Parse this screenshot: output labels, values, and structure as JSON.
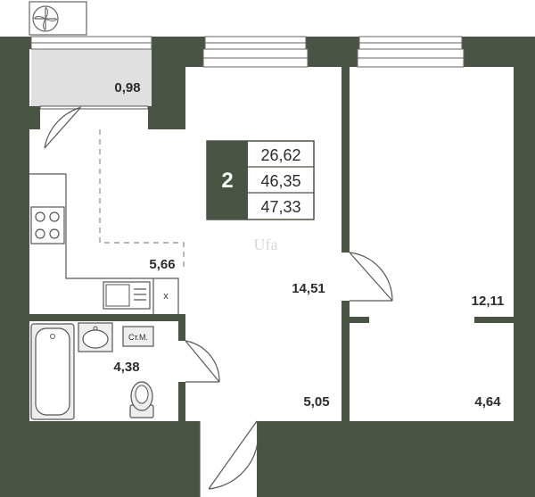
{
  "apartment": {
    "rooms": "2",
    "living_area": "26,62",
    "total_area": "46,35",
    "total_area_with_balcony": "47,33"
  },
  "rooms": {
    "balcony": "0,98",
    "kitchen": "5,66",
    "living_room": "14,51",
    "hallway": "5,05",
    "bathroom": "4,38",
    "bedroom": "12,11",
    "closet": "4,64"
  },
  "fixtures": {
    "washer_label": "Ст.М.",
    "fridge_mark": "x"
  },
  "watermark": "Ufa",
  "colors": {
    "wall": "#4a5444",
    "balcony_floor": "#e0e0e0",
    "card_dark": "#4a5444",
    "fixture_gray": "#eeeeee"
  }
}
